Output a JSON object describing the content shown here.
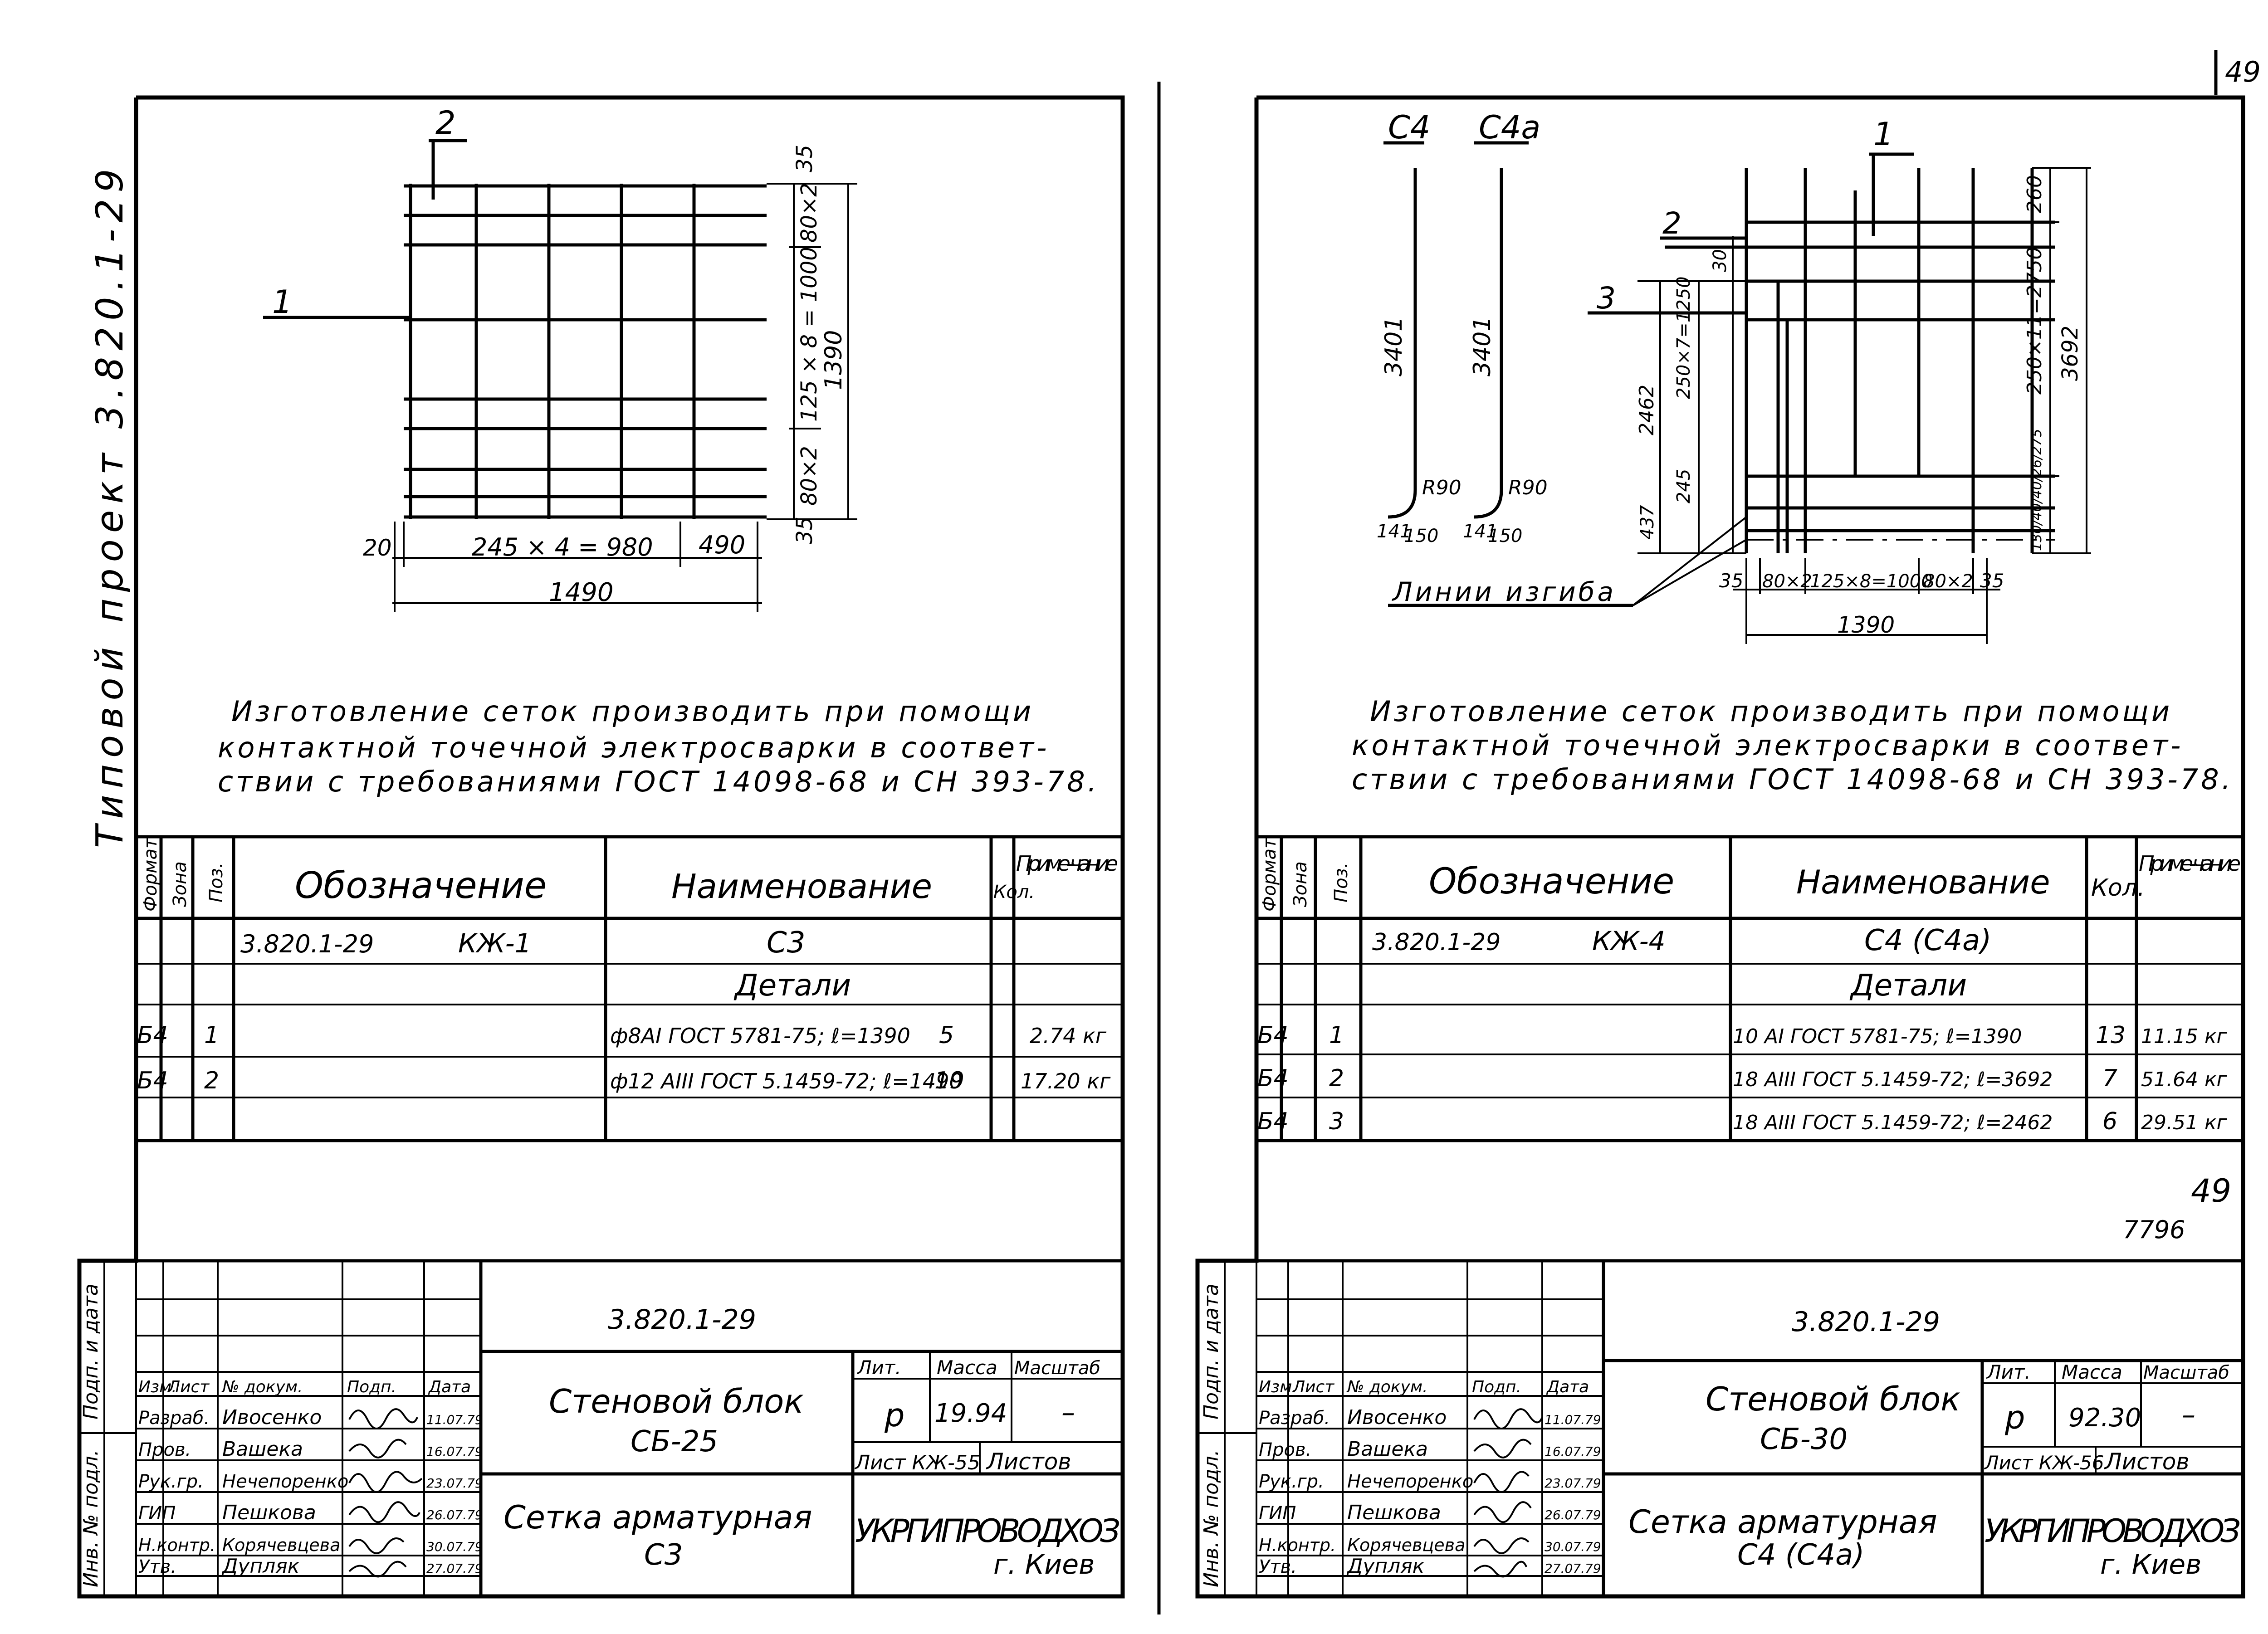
{
  "page_number": "49",
  "left_sheet": {
    "side_stamp": "Типовой проект 3.820.1-29",
    "grid_labels": {
      "pos1": "1",
      "pos2": "2"
    },
    "dims": {
      "h_main": "245 × 4 = 980",
      "h_end": "490",
      "h_offset": "20",
      "h_total": "1490",
      "v_top": "35",
      "v_80a": "80×2",
      "v_mid": "125 × 8 = 1000",
      "v_80b": "80×2",
      "v_bot": "35",
      "v_total": "1390"
    },
    "note": [
      "Изготовление сеток производить при помощи",
      "контактной точечной электросварки в соответ-",
      "ствии с требованиями ГОСТ 14098-68 и СН 393-78."
    ],
    "spec": {
      "headers": {
        "format": "Формат",
        "zone": "Зона",
        "pos": "Поз.",
        "designation": "Обозначение",
        "name": "Наименование",
        "qty": "Кол.",
        "note": "Приме-чание"
      },
      "row_doc": {
        "code": "3.820.1-29",
        "sheet": "КЖ-1",
        "name": "С3"
      },
      "section": "Детали",
      "rows": [
        {
          "format": "Б4",
          "pos": "1",
          "name": "ф8АI ГОСТ 5781-75; ℓ=1390",
          "qty": "5",
          "note": "2.74 кг"
        },
        {
          "format": "Б4",
          "pos": "2",
          "name": "ф12 АIII ГОСТ 5.1459-72; ℓ=1490",
          "qty": "19",
          "note": "17.20 кг"
        }
      ]
    },
    "title_block": {
      "doc_code": "3.820.1-29",
      "project": [
        "Стеновой блок",
        "СБ-25"
      ],
      "part": [
        "Сетка арматурная",
        "С3"
      ],
      "lit_label": "Лит.",
      "mass_label": "Масса",
      "scale_label": "Масштаб",
      "lit": "р",
      "mass": "19.94",
      "scale": "–",
      "sheet": "Лист КЖ-55",
      "sheets": "Листов",
      "org": "УКРГИПРОВОДХОЗ",
      "city": "г. Киев",
      "head": [
        "Изм.",
        "Лист",
        "№ докум.",
        "Подп.",
        "Дата"
      ],
      "signers": [
        {
          "role": "Разраб.",
          "name": "Ивосенко",
          "date": "11.07.79"
        },
        {
          "role": "Пров.",
          "name": "Вашека",
          "date": "16.07.79"
        },
        {
          "role": "Рук.гр.",
          "name": "Нечепоренко",
          "date": "23.07.79"
        },
        {
          "role": "ГИП",
          "name": "Пешкова",
          "date": "26.07.79"
        },
        {
          "role": "Н.контр.",
          "name": "Корячевцева",
          "date": "30.07.79"
        },
        {
          "role": "Утв.",
          "name": "Дупляк",
          "date": "27.07.79"
        }
      ],
      "side_labels": [
        "Подп. и дата",
        "Инв. № подл."
      ]
    }
  },
  "right_sheet": {
    "bar_labels": {
      "c4": "С4",
      "c4a": "С4а"
    },
    "bar_dims": {
      "len": "3401",
      "r": "R90",
      "a": "141",
      "b": "150"
    },
    "grid_labels": {
      "pos1": "1",
      "pos2": "2",
      "pos3": "3"
    },
    "bend_label": "Линии изгиба",
    "dims": {
      "h_35a": "35",
      "h_80a": "80×2",
      "h_mid": "125×8=1000",
      "h_80b": "80×2",
      "h_35b": "35",
      "h_total": "1390",
      "v_260": "260",
      "v_mid": "250×11=2750",
      "v_3692": "3692",
      "v_2462": "2462",
      "v_250x7": "250×7=1250",
      "v_30": "30",
      "v_245": "245",
      "v_437": "437",
      "v_small": "130/40/40/26/275"
    },
    "note": [
      "Изготовление сеток производить при помощи",
      "контактной точечной электросварки в соответ-",
      "ствии с требованиями ГОСТ 14098-68 и СН 393-78."
    ],
    "spec": {
      "headers": {
        "format": "Формат",
        "zone": "Зона",
        "pos": "Поз.",
        "designation": "Обозначение",
        "name": "Наименование",
        "qty": "Кол.",
        "note": "Приме-чание"
      },
      "row_doc": {
        "code": "3.820.1-29",
        "sheet": "КЖ-4",
        "name": "С4 (С4а)"
      },
      "section": "Детали",
      "rows": [
        {
          "format": "Б4",
          "pos": "1",
          "name": "10 АI ГОСТ 5781-75; ℓ=1390",
          "qty": "13",
          "note": "11.15 кг"
        },
        {
          "format": "Б4",
          "pos": "2",
          "name": "18 АIII ГОСТ 5.1459-72; ℓ=3692",
          "qty": "7",
          "note": "51.64 кг"
        },
        {
          "format": "Б4",
          "pos": "3",
          "name": "18 АIII ГОСТ 5.1459-72; ℓ=2462",
          "qty": "6",
          "note": "29.51 кг"
        }
      ]
    },
    "stamp_number": "7796",
    "title_block": {
      "doc_code": "3.820.1-29",
      "project": [
        "Стеновой блок",
        "СБ-30"
      ],
      "part": [
        "Сетка арматурная",
        "С4 (С4а)"
      ],
      "lit_label": "Лит.",
      "mass_label": "Масса",
      "scale_label": "Масштаб",
      "lit": "р",
      "mass": "92.30",
      "scale": "–",
      "sheet": "Лист КЖ-56",
      "sheets": "Листов",
      "org": "УКРГИПРОВОДХОЗ",
      "city": "г. Киев",
      "head": [
        "Изм.",
        "Лист",
        "№ докум.",
        "Подп.",
        "Дата"
      ],
      "signers": [
        {
          "role": "Разраб.",
          "name": "Ивосенко",
          "date": "11.07.79"
        },
        {
          "role": "Пров.",
          "name": "Вашека",
          "date": "16.07.79"
        },
        {
          "role": "Рук.гр.",
          "name": "Нечепоренко",
          "date": "23.07.79"
        },
        {
          "role": "ГИП",
          "name": "Пешкова",
          "date": "26.07.79"
        },
        {
          "role": "Н.контр.",
          "name": "Корячевцева",
          "date": "30.07.79"
        },
        {
          "role": "Утв.",
          "name": "Дупляк",
          "date": "27.07.79"
        }
      ],
      "side_labels": [
        "Подп. и дата",
        "Инв. № подл."
      ]
    }
  }
}
